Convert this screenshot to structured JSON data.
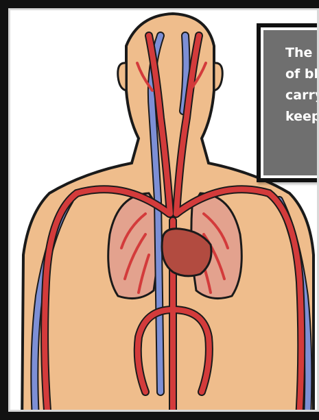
{
  "info_box": {
    "visible_lines": [
      "The h",
      "of blo",
      "carry",
      "keep"
    ]
  },
  "illustration": {
    "subject": "human circulatory system",
    "colors": {
      "skin": "#efbd8c",
      "outline": "#1a1a1a",
      "artery": "#d33b3b",
      "vein": "#7d8fd5",
      "lung": "#e3a28e",
      "heart": "#b24b40",
      "frame": "#121212",
      "info_box": "#6f6f6f"
    }
  }
}
